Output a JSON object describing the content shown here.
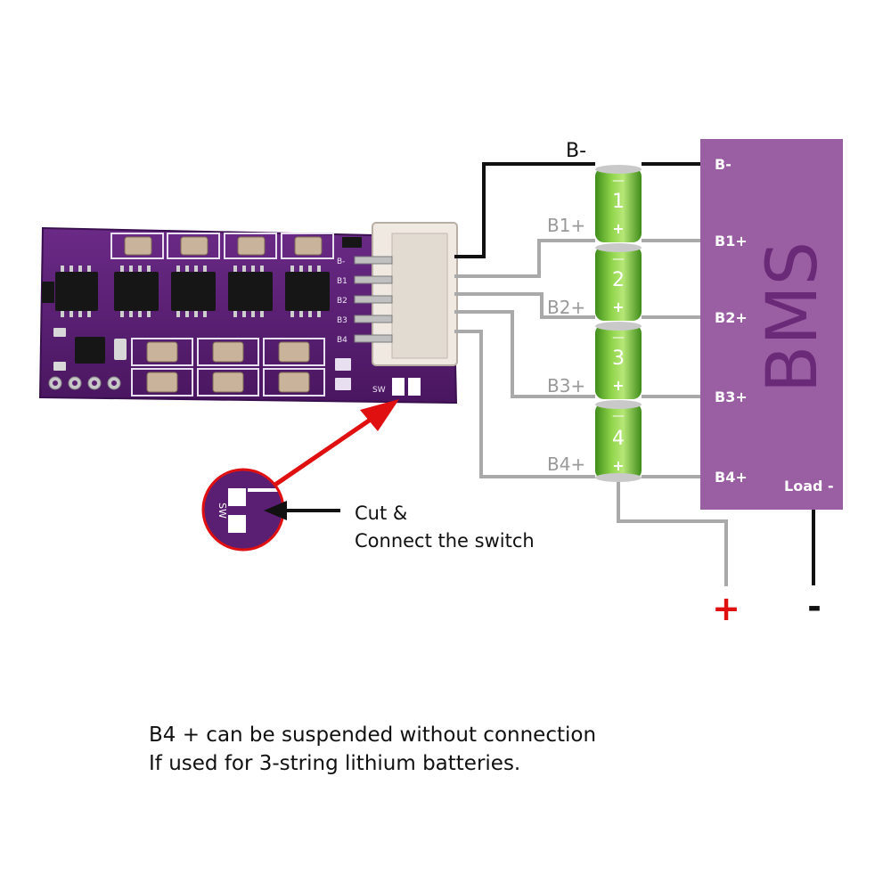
{
  "bms": {
    "title": "BMS",
    "terminals": [
      "B-",
      "B1+",
      "B2+",
      "B3+",
      "B4+"
    ],
    "load": "Load -",
    "color": "#9a5fa3",
    "title_color": "#6b2a78"
  },
  "cells": {
    "labels": [
      "1",
      "2",
      "3",
      "4"
    ],
    "minus": "—",
    "plus": "+",
    "color": "#7cc63d"
  },
  "wires": {
    "top": "B-",
    "taps": [
      "B1+",
      "B2+",
      "B3+",
      "B4+"
    ],
    "pack_plus": "+",
    "load_minus": "-"
  },
  "pcb": {
    "pins": [
      "B-",
      "B1",
      "B2",
      "B3",
      "B4"
    ],
    "switch_label": "SW",
    "board_color": "#5a1f73"
  },
  "callout": {
    "line1": "Cut &",
    "line2": "Connect the switch",
    "zoom_label": "SW"
  },
  "notes": {
    "line1": "B4 + can be suspended without connection",
    "line2": "If used for 3-string lithium batteries."
  }
}
